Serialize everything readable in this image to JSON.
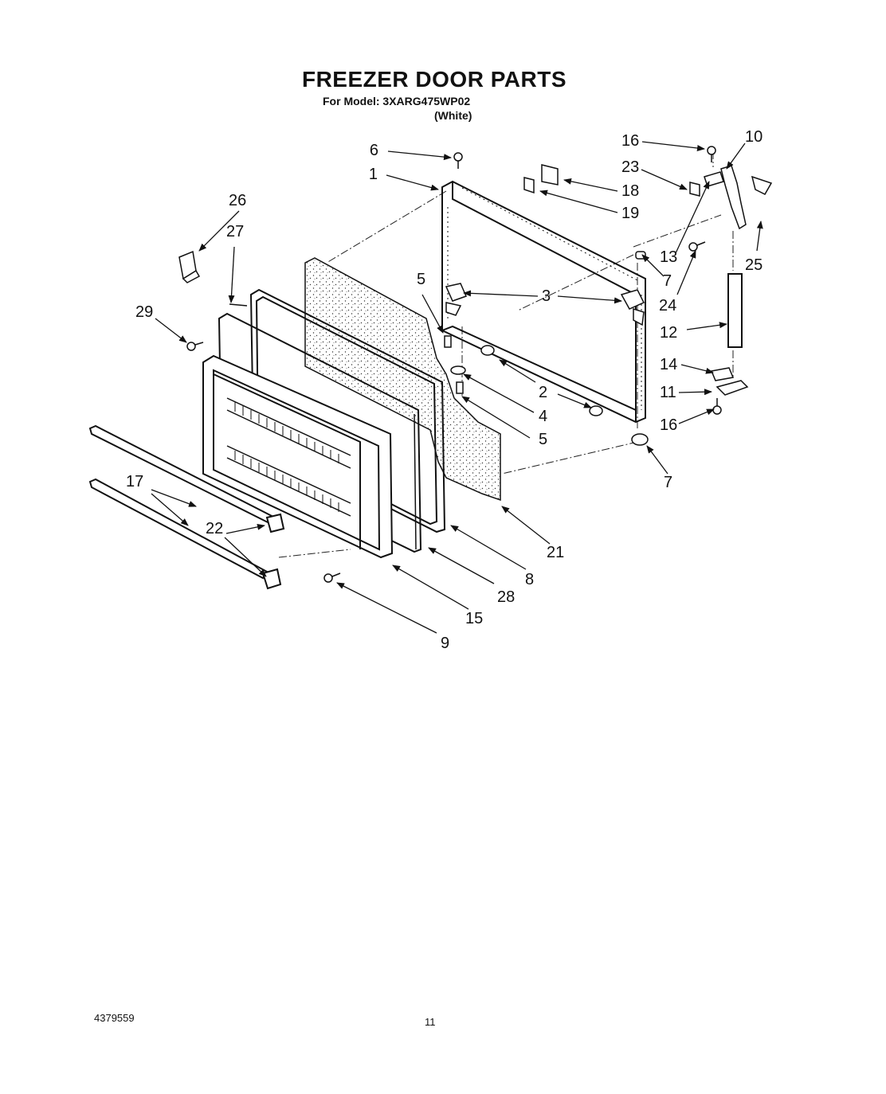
{
  "header": {
    "title": "FREEZER DOOR PARTS",
    "model_line": "For Model: 3XARG475WP02",
    "variant": "(White)"
  },
  "footer": {
    "doc_number": "4379559",
    "page_number": "11"
  },
  "callouts": {
    "c1": "1",
    "c2": "2",
    "c3": "3",
    "c4": "4",
    "c5a": "5",
    "c5b": "5",
    "c6": "6",
    "c7a": "7",
    "c7b": "7",
    "c8": "8",
    "c9": "9",
    "c10": "10",
    "c11": "11",
    "c12": "12",
    "c13": "13",
    "c14": "14",
    "c15": "15",
    "c16a": "16",
    "c16b": "16",
    "c17": "17",
    "c18": "18",
    "c19": "19",
    "c21": "21",
    "c22": "22",
    "c23": "23",
    "c24": "24",
    "c25": "25",
    "c26": "26",
    "c27": "27",
    "c28": "28",
    "c29": "29"
  }
}
